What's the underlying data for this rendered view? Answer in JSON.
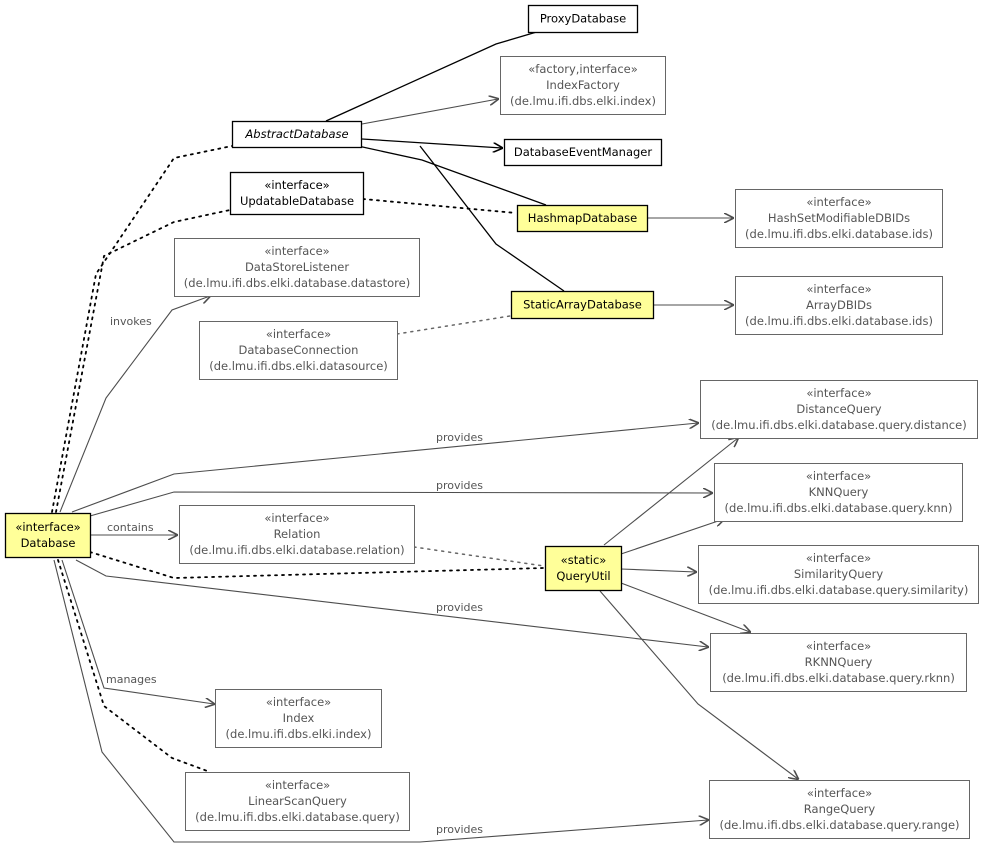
{
  "colors": {
    "highlight_fill": "#ffff99",
    "box_fill": "#ffffff",
    "primary_border": "#000000",
    "external_border": "#666666",
    "external_text": "#555555",
    "edge": "#4d4d4d"
  },
  "nodes": {
    "proxy_database": {
      "lines": [
        "ProxyDatabase"
      ]
    },
    "index_factory": {
      "lines": [
        "«factory,interface»",
        "IndexFactory",
        "(de.lmu.ifi.dbs.elki.index)"
      ]
    },
    "abstract_database": {
      "lines": [
        "AbstractDatabase"
      ]
    },
    "database_event_manager": {
      "lines": [
        "DatabaseEventManager"
      ]
    },
    "updatable_database": {
      "lines": [
        "«interface»",
        "UpdatableDatabase"
      ]
    },
    "hashmap_database": {
      "lines": [
        "HashmapDatabase"
      ]
    },
    "hashset_modifiable_dbids": {
      "lines": [
        "«interface»",
        "HashSetModifiableDBIDs",
        "(de.lmu.ifi.dbs.elki.database.ids)"
      ]
    },
    "datastore_listener": {
      "lines": [
        "«interface»",
        "DataStoreListener",
        "(de.lmu.ifi.dbs.elki.database.datastore)"
      ]
    },
    "static_array_database": {
      "lines": [
        "StaticArrayDatabase"
      ]
    },
    "array_dbids": {
      "lines": [
        "«interface»",
        "ArrayDBIDs",
        "(de.lmu.ifi.dbs.elki.database.ids)"
      ]
    },
    "database_connection": {
      "lines": [
        "«interface»",
        "DatabaseConnection",
        "(de.lmu.ifi.dbs.elki.datasource)"
      ]
    },
    "distance_query": {
      "lines": [
        "«interface»",
        "DistanceQuery",
        "(de.lmu.ifi.dbs.elki.database.query.distance)"
      ]
    },
    "knn_query": {
      "lines": [
        "«interface»",
        "KNNQuery",
        "(de.lmu.ifi.dbs.elki.database.query.knn)"
      ]
    },
    "database": {
      "lines": [
        "«interface»",
        "Database"
      ]
    },
    "relation": {
      "lines": [
        "«interface»",
        "Relation",
        "(de.lmu.ifi.dbs.elki.database.relation)"
      ]
    },
    "query_util": {
      "lines": [
        "«static»",
        "QueryUtil"
      ]
    },
    "similarity_query": {
      "lines": [
        "«interface»",
        "SimilarityQuery",
        "(de.lmu.ifi.dbs.elki.database.query.similarity)"
      ]
    },
    "rknn_query": {
      "lines": [
        "«interface»",
        "RKNNQuery",
        "(de.lmu.ifi.dbs.elki.database.query.rknn)"
      ]
    },
    "index": {
      "lines": [
        "«interface»",
        "Index",
        "(de.lmu.ifi.dbs.elki.index)"
      ]
    },
    "linear_scan_query": {
      "lines": [
        "«interface»",
        "LinearScanQuery",
        "(de.lmu.ifi.dbs.elki.database.query)"
      ]
    },
    "range_query": {
      "lines": [
        "«interface»",
        "RangeQuery",
        "(de.lmu.ifi.dbs.elki.database.query.range)"
      ]
    }
  },
  "edge_labels": {
    "invokes": "invokes",
    "provides_distance": "provides",
    "provides_knn": "provides",
    "contains": "contains",
    "provides_rknn": "provides",
    "manages": "manages",
    "provides_range": "provides"
  }
}
